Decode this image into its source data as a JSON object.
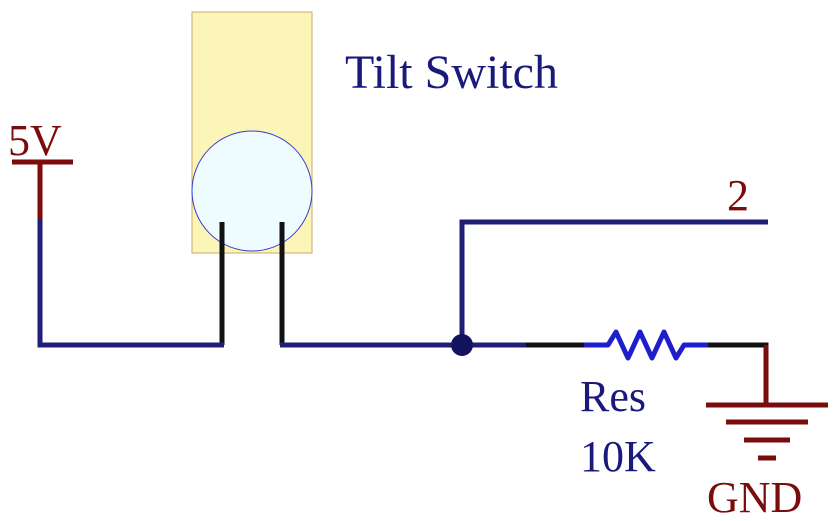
{
  "labels": {
    "component": "Tilt Switch",
    "power": "5V",
    "pin": "2",
    "resistor_name": "Res",
    "resistor_value": "10K",
    "ground": "GND"
  },
  "colors": {
    "wire": "#1f1f7a",
    "wire_black": "#111111",
    "power_red": "#7a0c0c",
    "label_blue": "#1a1a7a",
    "switch_body": "#fcf5b8",
    "switch_ball": "#eefcff",
    "resistor": "#1e1ecc",
    "junction": "#14145e"
  },
  "icons": [
    "tilt-switch-icon",
    "resistor-icon",
    "ground-icon",
    "power-icon",
    "junction-dot"
  ]
}
